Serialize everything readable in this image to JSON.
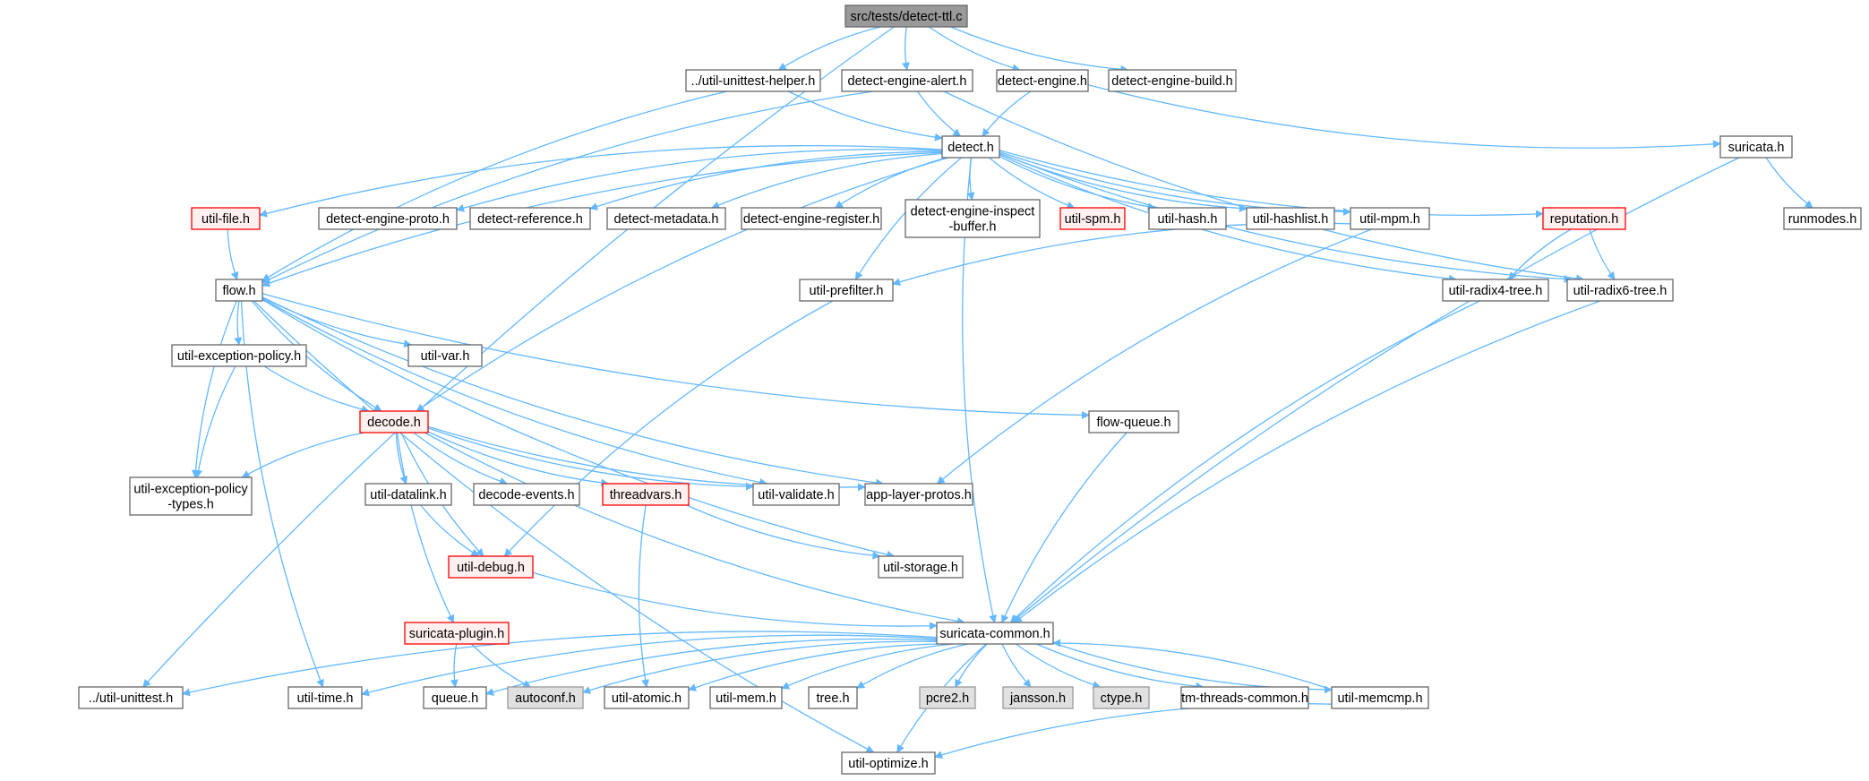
{
  "colors": {
    "edge": "#63b8ff",
    "node_border": "#666666",
    "node_fill": "#ffffff",
    "root_fill": "#999999",
    "external_fill": "#e0e0e0",
    "external_border": "#999999",
    "truncated_border": "#ff0000",
    "truncated_fill": "#fff0f0"
  },
  "graph": {
    "root": "src/tests/detect-ttl.c",
    "nodes": [
      {
        "id": "root",
        "label": "src/tests/detect-ttl.c",
        "kind": "root"
      },
      {
        "id": "uth",
        "label": "../util-unittest-helper.h",
        "kind": "normal"
      },
      {
        "id": "dea",
        "label": "detect-engine-alert.h",
        "kind": "normal"
      },
      {
        "id": "de",
        "label": "detect-engine.h",
        "kind": "normal"
      },
      {
        "id": "deb",
        "label": "detect-engine-build.h",
        "kind": "normal"
      },
      {
        "id": "detect",
        "label": "detect.h",
        "kind": "normal"
      },
      {
        "id": "suricata",
        "label": "suricata.h",
        "kind": "normal"
      },
      {
        "id": "runmodes",
        "label": "runmodes.h",
        "kind": "normal"
      },
      {
        "id": "ufile",
        "label": "util-file.h",
        "kind": "truncated"
      },
      {
        "id": "dep",
        "label": "detect-engine-proto.h",
        "kind": "normal"
      },
      {
        "id": "dref",
        "label": "detect-reference.h",
        "kind": "normal"
      },
      {
        "id": "dmeta",
        "label": "detect-metadata.h",
        "kind": "normal"
      },
      {
        "id": "dreg",
        "label": "detect-engine-register.h",
        "kind": "normal"
      },
      {
        "id": "dib",
        "label": "detect-engine-inspect\n-buffer.h",
        "kind": "normal"
      },
      {
        "id": "uspm",
        "label": "util-spm.h",
        "kind": "truncated"
      },
      {
        "id": "uhash",
        "label": "util-hash.h",
        "kind": "normal"
      },
      {
        "id": "uhl",
        "label": "util-hashlist.h",
        "kind": "normal"
      },
      {
        "id": "umpm",
        "label": "util-mpm.h",
        "kind": "normal"
      },
      {
        "id": "rep",
        "label": "reputation.h",
        "kind": "truncated"
      },
      {
        "id": "flow",
        "label": "flow.h",
        "kind": "normal"
      },
      {
        "id": "upf",
        "label": "util-prefilter.h",
        "kind": "normal"
      },
      {
        "id": "r4",
        "label": "util-radix4-tree.h",
        "kind": "normal"
      },
      {
        "id": "r6",
        "label": "util-radix6-tree.h",
        "kind": "normal"
      },
      {
        "id": "uep",
        "label": "util-exception-policy.h",
        "kind": "normal"
      },
      {
        "id": "uvar",
        "label": "util-var.h",
        "kind": "normal"
      },
      {
        "id": "decode",
        "label": "decode.h",
        "kind": "truncated"
      },
      {
        "id": "fq",
        "label": "flow-queue.h",
        "kind": "normal"
      },
      {
        "id": "uept",
        "label": "util-exception-policy\n-types.h",
        "kind": "normal"
      },
      {
        "id": "udl",
        "label": "util-datalink.h",
        "kind": "normal"
      },
      {
        "id": "dev",
        "label": "decode-events.h",
        "kind": "normal"
      },
      {
        "id": "tv",
        "label": "threadvars.h",
        "kind": "truncated"
      },
      {
        "id": "uval",
        "label": "util-validate.h",
        "kind": "normal"
      },
      {
        "id": "alp",
        "label": "app-layer-protos.h",
        "kind": "normal"
      },
      {
        "id": "udbg",
        "label": "util-debug.h",
        "kind": "truncated"
      },
      {
        "id": "ustor",
        "label": "util-storage.h",
        "kind": "normal"
      },
      {
        "id": "splug",
        "label": "suricata-plugin.h",
        "kind": "truncated"
      },
      {
        "id": "sc",
        "label": "suricata-common.h",
        "kind": "normal"
      },
      {
        "id": "uut",
        "label": "../util-unittest.h",
        "kind": "normal"
      },
      {
        "id": "utime",
        "label": "util-time.h",
        "kind": "normal"
      },
      {
        "id": "queue",
        "label": "queue.h",
        "kind": "normal"
      },
      {
        "id": "autoconf",
        "label": "autoconf.h",
        "kind": "external"
      },
      {
        "id": "uatomic",
        "label": "util-atomic.h",
        "kind": "normal"
      },
      {
        "id": "umem",
        "label": "util-mem.h",
        "kind": "normal"
      },
      {
        "id": "tree",
        "label": "tree.h",
        "kind": "normal"
      },
      {
        "id": "pcre2",
        "label": "pcre2.h",
        "kind": "external"
      },
      {
        "id": "jansson",
        "label": "jansson.h",
        "kind": "external"
      },
      {
        "id": "ctype",
        "label": "ctype.h",
        "kind": "external"
      },
      {
        "id": "tmtc",
        "label": "tm-threads-common.h",
        "kind": "normal"
      },
      {
        "id": "umemcmp",
        "label": "util-memcmp.h",
        "kind": "normal"
      },
      {
        "id": "uopt",
        "label": "util-optimize.h",
        "kind": "normal"
      }
    ],
    "edges": [
      [
        "root",
        "uth"
      ],
      [
        "root",
        "dea"
      ],
      [
        "root",
        "de"
      ],
      [
        "root",
        "deb"
      ],
      [
        "root",
        "uut"
      ],
      [
        "uth",
        "detect"
      ],
      [
        "uth",
        "flow"
      ],
      [
        "dea",
        "detect"
      ],
      [
        "dea",
        "flow"
      ],
      [
        "dea",
        "r6"
      ],
      [
        "de",
        "detect"
      ],
      [
        "de",
        "suricata"
      ],
      [
        "suricata",
        "runmodes"
      ],
      [
        "suricata",
        "sc"
      ],
      [
        "detect",
        "ufile"
      ],
      [
        "detect",
        "dep"
      ],
      [
        "detect",
        "dref"
      ],
      [
        "detect",
        "dmeta"
      ],
      [
        "detect",
        "dreg"
      ],
      [
        "detect",
        "dib"
      ],
      [
        "detect",
        "uspm"
      ],
      [
        "detect",
        "uhash"
      ],
      [
        "detect",
        "uhl"
      ],
      [
        "detect",
        "umpm"
      ],
      [
        "detect",
        "rep"
      ],
      [
        "detect",
        "flow"
      ],
      [
        "detect",
        "upf"
      ],
      [
        "detect",
        "r4"
      ],
      [
        "detect",
        "r6"
      ],
      [
        "detect",
        "decode"
      ],
      [
        "detect",
        "sc"
      ],
      [
        "ufile",
        "flow"
      ],
      [
        "umpm",
        "upf"
      ],
      [
        "umpm",
        "alp"
      ],
      [
        "rep",
        "r4"
      ],
      [
        "rep",
        "r6"
      ],
      [
        "r4",
        "sc"
      ],
      [
        "r6",
        "sc"
      ],
      [
        "upf",
        "udbg"
      ],
      [
        "flow",
        "uep"
      ],
      [
        "flow",
        "uvar"
      ],
      [
        "flow",
        "decode"
      ],
      [
        "flow",
        "fq"
      ],
      [
        "flow",
        "uept"
      ],
      [
        "flow",
        "uval"
      ],
      [
        "flow",
        "alp"
      ],
      [
        "flow",
        "ustor"
      ],
      [
        "flow",
        "utime"
      ],
      [
        "flow",
        "uopt"
      ],
      [
        "uep",
        "decode"
      ],
      [
        "uep",
        "uept"
      ],
      [
        "fq",
        "sc"
      ],
      [
        "decode",
        "uept"
      ],
      [
        "decode",
        "udl"
      ],
      [
        "decode",
        "dev"
      ],
      [
        "decode",
        "tv"
      ],
      [
        "decode",
        "uval"
      ],
      [
        "decode",
        "alp"
      ],
      [
        "decode",
        "udbg"
      ],
      [
        "decode",
        "splug"
      ],
      [
        "decode",
        "sc"
      ],
      [
        "udl",
        "udbg"
      ],
      [
        "tv",
        "ustor"
      ],
      [
        "tv",
        "uatomic"
      ],
      [
        "udbg",
        "sc"
      ],
      [
        "splug",
        "queue"
      ],
      [
        "splug",
        "autoconf"
      ],
      [
        "sc",
        "uut"
      ],
      [
        "sc",
        "utime"
      ],
      [
        "sc",
        "queue"
      ],
      [
        "sc",
        "autoconf"
      ],
      [
        "sc",
        "uatomic"
      ],
      [
        "sc",
        "umem"
      ],
      [
        "sc",
        "tree"
      ],
      [
        "sc",
        "pcre2"
      ],
      [
        "sc",
        "jansson"
      ],
      [
        "sc",
        "ctype"
      ],
      [
        "sc",
        "tmtc"
      ],
      [
        "sc",
        "umemcmp"
      ],
      [
        "sc",
        "uopt"
      ],
      [
        "umemcmp",
        "sc"
      ],
      [
        "umemcmp",
        "uopt"
      ]
    ]
  }
}
